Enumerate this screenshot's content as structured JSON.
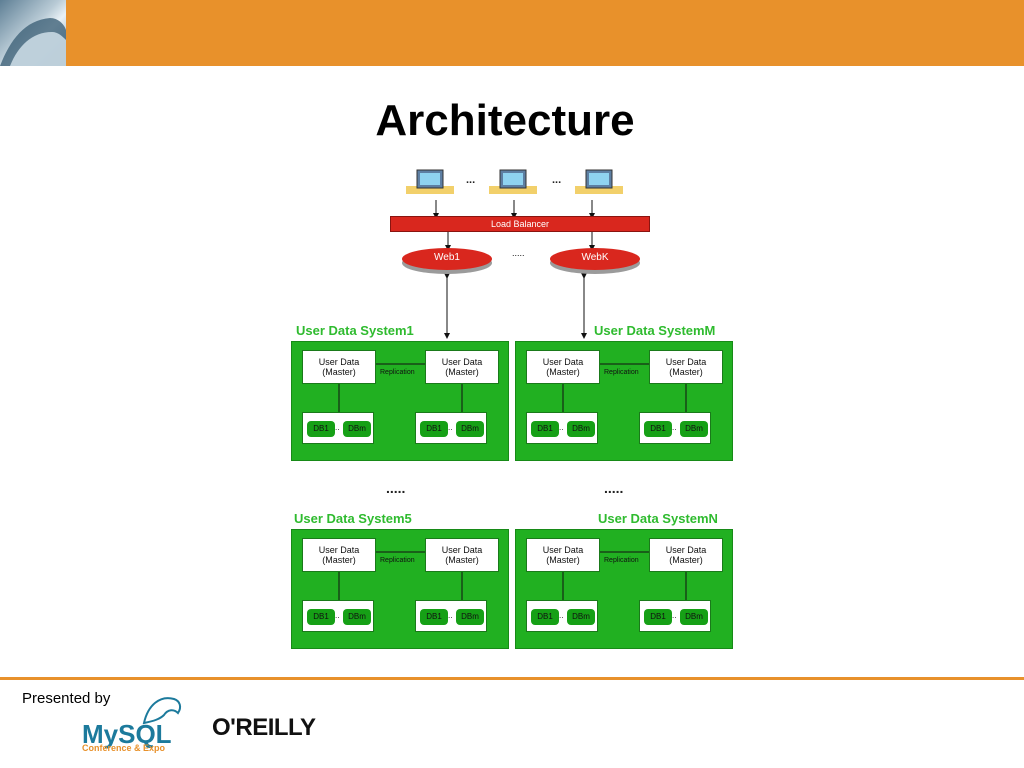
{
  "slide": {
    "title": "Architecture"
  },
  "diagram": {
    "client_dots": [
      "...",
      "..."
    ],
    "load_balancer": "Load Balancer",
    "web_servers": [
      "Web1",
      "WebK"
    ],
    "web_dots": ".....",
    "systems": [
      {
        "title": "User Data System1"
      },
      {
        "title": "User Data SystemM"
      },
      {
        "title": "User Data System5"
      },
      {
        "title": "User Data SystemN"
      }
    ],
    "master_line1": "User Data",
    "master_line2": "(Master)",
    "replication": "Replication",
    "db_first": "DB1",
    "db_last": "DBm",
    "db_dots": "..",
    "system_dots": "....."
  },
  "footer": {
    "presented_by": "Presented by",
    "mysql": "MySQL",
    "mysql_sub": "Conference & Expo",
    "oreilly": "O'REILLY"
  },
  "colors": {
    "accent": "#e8912b",
    "panel_green": "#21b021",
    "title_green": "#2fbb2f",
    "balancer_red": "#d9271e"
  }
}
